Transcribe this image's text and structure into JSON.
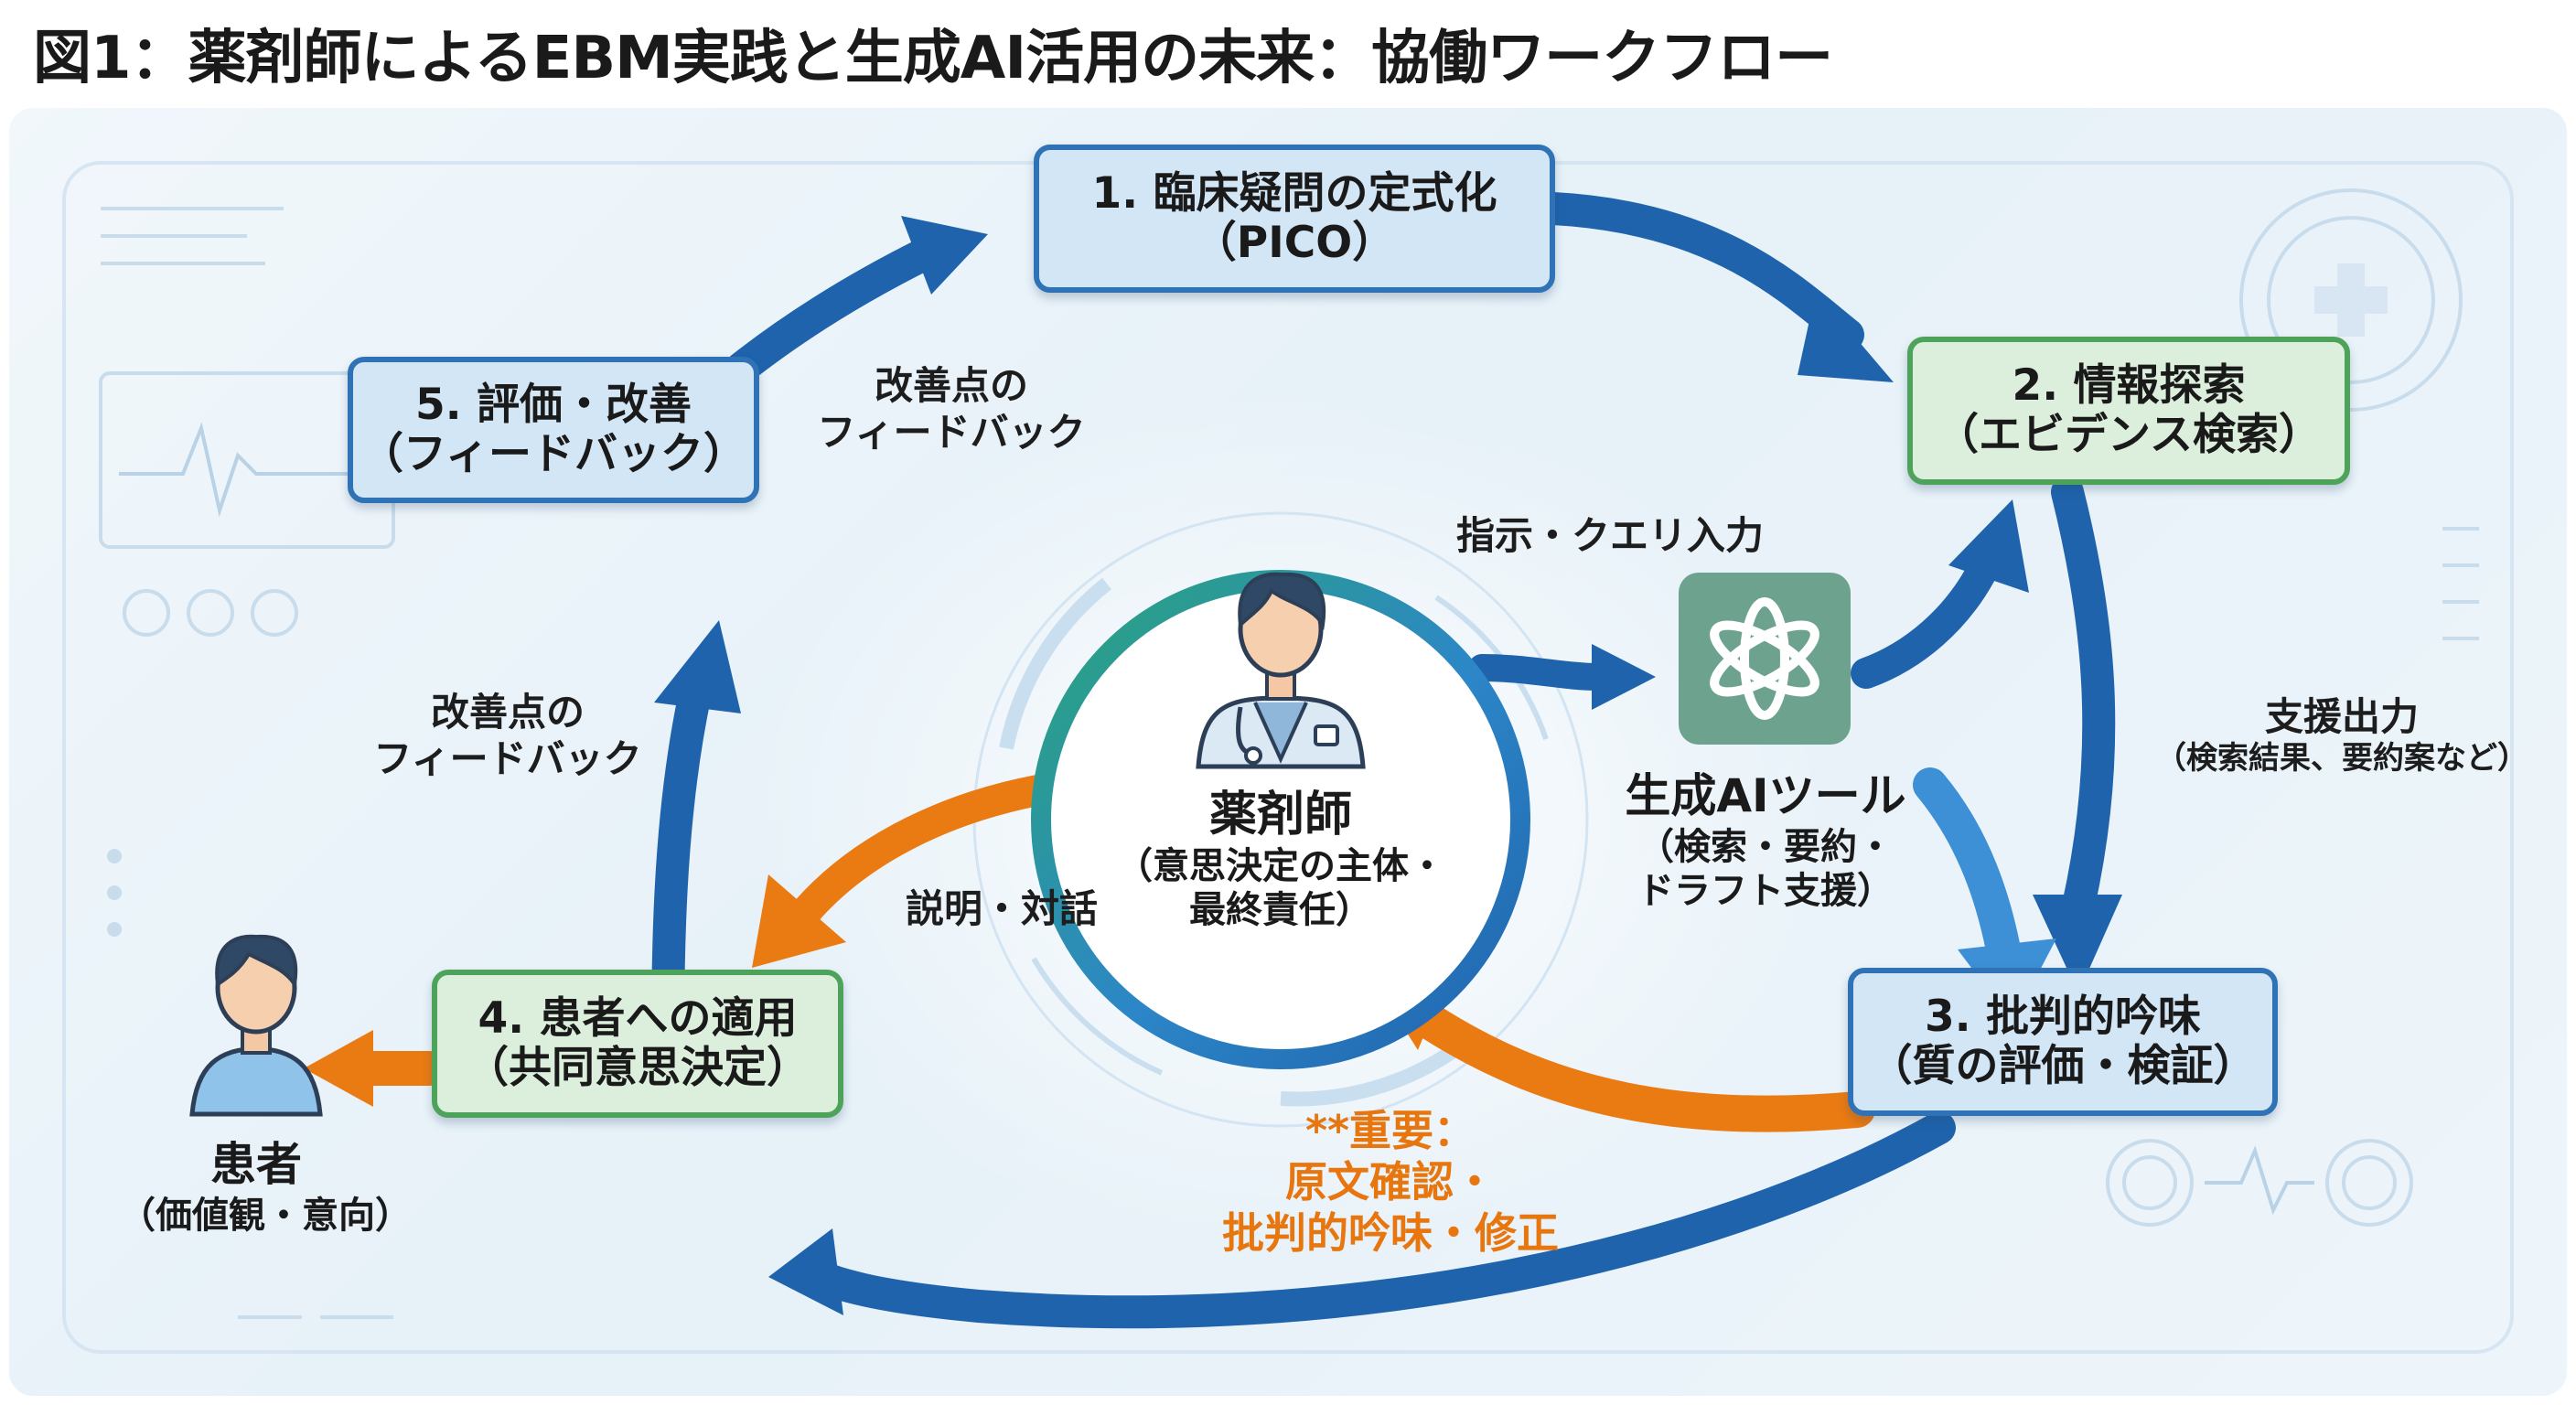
{
  "title": "図1：薬剤師によるEBM実践と生成AI活用の未来：協働ワークフロー",
  "steps": {
    "step1": {
      "line1": "1. 臨床疑問の定式化",
      "line2": "（PICO）"
    },
    "step2": {
      "line1": "2. 情報探索",
      "line2": "（エビデンス検索）"
    },
    "step3": {
      "line1": "3. 批判的吟味",
      "line2": "（質の評価・検証）"
    },
    "step4": {
      "line1": "4. 患者への適用",
      "line2": "（共同意思決定）"
    },
    "step5": {
      "line1": "5. 評価・改善",
      "line2": "（フィードバック）"
    }
  },
  "center": {
    "name": "薬剤師",
    "line1": "（意思決定の主体・",
    "line2": "最終責任）"
  },
  "ai_tool": {
    "name": "生成AIツール",
    "line1": "（検索・要約・",
    "line2": "ドラフト支援）"
  },
  "patient": {
    "name": "患者",
    "line1": "（価値観・意向）"
  },
  "labels": {
    "feedback_top": {
      "line1": "改善点の",
      "line2": "フィードバック"
    },
    "feedback_left": {
      "line1": "改善点の",
      "line2": "フィードバック"
    },
    "instruction": "指示・クエリ入力",
    "support": {
      "line1": "支援出力",
      "line2": "（検索結果、要約案など）"
    },
    "explain": "説明・対話",
    "important": {
      "line1": "**重要：",
      "line2": "原文確認・",
      "line3": "批判的吟味・修正"
    }
  },
  "colors": {
    "cycle_arrow": "#1f63ad",
    "ai_arrow": "#3d8fd6",
    "orange_arrow": "#ea7a12",
    "blue_border": "#2f72b6",
    "green_border": "#4ea35b",
    "ai_tile": "#6da28e"
  },
  "icons": [
    "pharmacist-icon",
    "ai-logo-icon",
    "patient-icon",
    "medical-cross-icon"
  ]
}
